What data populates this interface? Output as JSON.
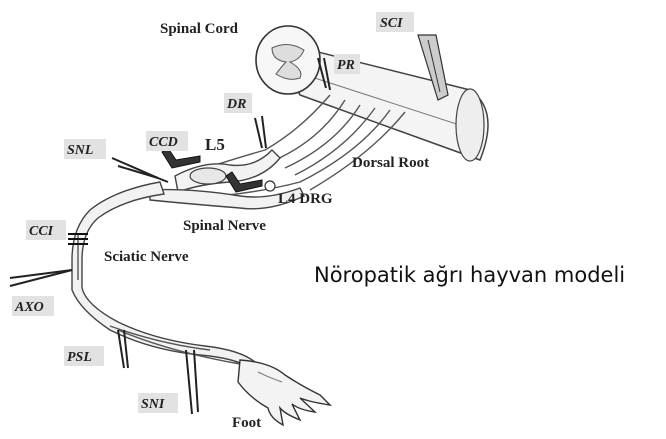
{
  "labels": {
    "spinal_cord": "Spinal Cord",
    "dorsal_root": "Dorsal Root",
    "l5": "L5",
    "l4_drg": "L4 DRG",
    "spinal_nerve": "Spinal Nerve",
    "sciatic_nerve": "Sciatic Nerve",
    "foot": "Foot"
  },
  "tags": {
    "sci": "SCI",
    "pr": "PR",
    "dr": "DR",
    "ccd": "CCD",
    "snl": "SNL",
    "cci": "CCI",
    "axo": "AXO",
    "psl": "PSL",
    "sni": "SNI"
  },
  "caption": "Nöropatik ağrı hayvan modeli"
}
